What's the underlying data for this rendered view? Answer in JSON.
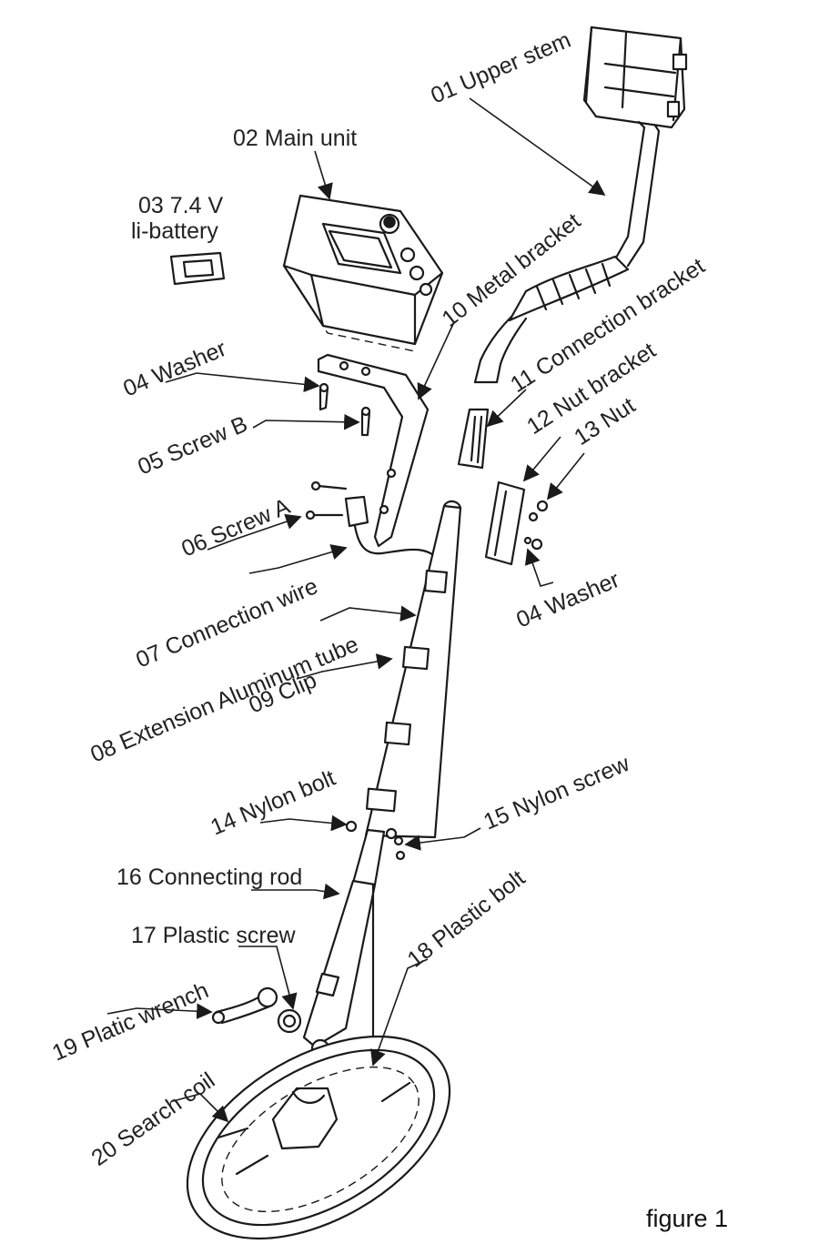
{
  "labels": {
    "p01": "01 Upper stem",
    "p02": "02 Main unit",
    "p03a": "03  7.4 V",
    "p03b": "li-battery",
    "p04a": "04 Washer",
    "p05": "05 Screw B",
    "p06": "06 Screw A",
    "p07": "07 Connection wire",
    "p08": "08 Extension Aluminum tube",
    "p09": "09 Clip",
    "p10": "10 Metal bracket",
    "p11": "11 Connection bracket",
    "p12": "12 Nut bracket",
    "p13": "13 Nut",
    "p04b": "04 Washer",
    "p14": "14 Nylon bolt",
    "p15": "15 Nylon screw",
    "p16": "16 Connecting rod",
    "p17": "17 Plastic screw",
    "p18": "18 Plastic bolt",
    "p19": "19 Platic wrench",
    "p20": "20 Search coil"
  },
  "caption": "figure 1"
}
